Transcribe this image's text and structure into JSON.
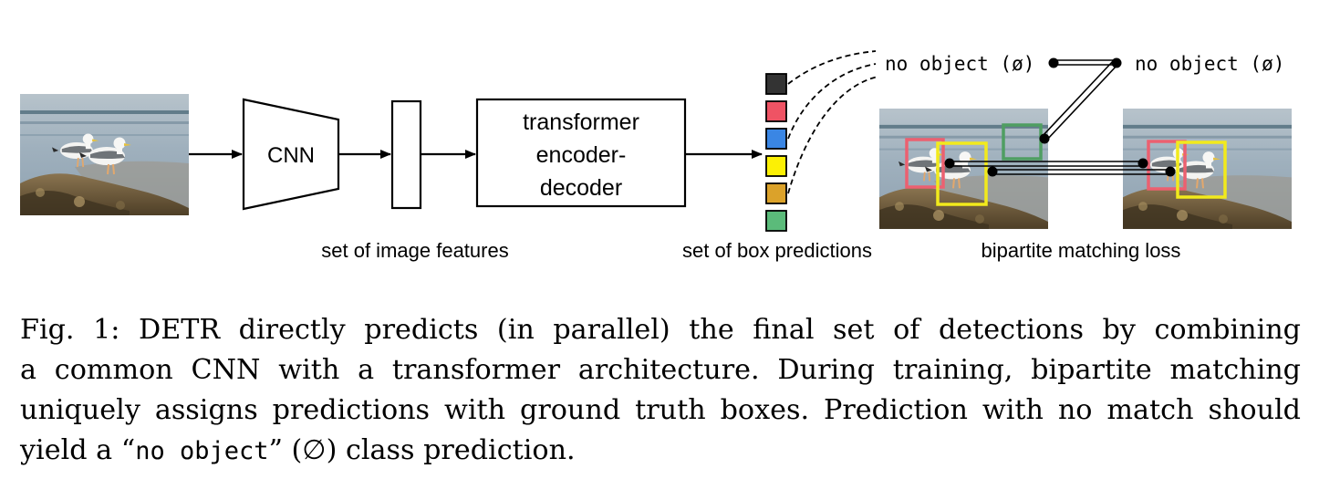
{
  "figure": {
    "cnn_label": "CNN",
    "transformer_label_lines": [
      "transformer",
      "encoder-",
      "decoder"
    ],
    "features_caption": "set of image features",
    "predictions_caption": "set of box predictions",
    "matching_caption": "bipartite matching loss",
    "no_object_left": "no object (ø)",
    "no_object_right": "no object (ø)",
    "prediction_colors": [
      "#333333",
      "#ef5364",
      "#3a86e4",
      "#fcf005",
      "#dba22a",
      "#5bbb7a"
    ],
    "matching_box_colors": {
      "red": "#ec6070",
      "yellow": "#f2ea1c",
      "green": "#4f9e62"
    }
  },
  "caption": {
    "label": "Fig. 1:",
    "line1_text": "DETR directly predicts (in parallel) the final set of detections by combining",
    "line2": "a common CNN with a transformer architecture. During training, bipartite matching",
    "line3": "uniquely assigns predictions with ground truth boxes. Prediction with no match should",
    "line4_pre": "yield a “",
    "line4_mono": "no object",
    "line4_post": "” (∅) class prediction."
  }
}
